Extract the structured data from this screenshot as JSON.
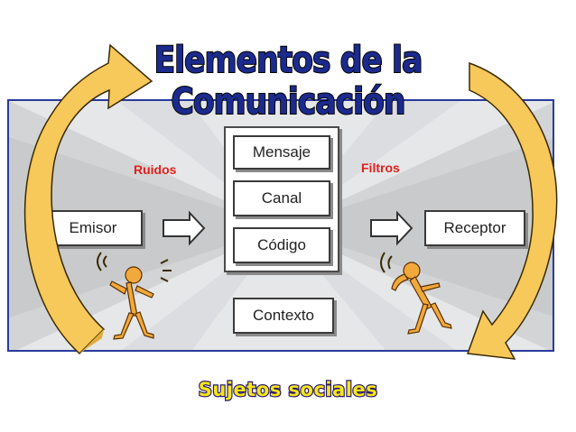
{
  "title": "Elementos de la Comunicación",
  "labels": {
    "ruidos": "Ruidos",
    "filtros": "Filtros"
  },
  "boxes": {
    "emisor": "Emisor",
    "mensaje": "Mensaje",
    "canal": "Canal",
    "codigo": "Código",
    "contexto": "Contexto",
    "receptor": "Receptor"
  },
  "subtitle": "Sujetos  sociales",
  "colors": {
    "title": "#1b2a8c",
    "panel_border": "#2a3b9c",
    "curved_arrow": "#f7c85a",
    "label_red": "#e0201a",
    "subtitle": "#f5e61a"
  }
}
